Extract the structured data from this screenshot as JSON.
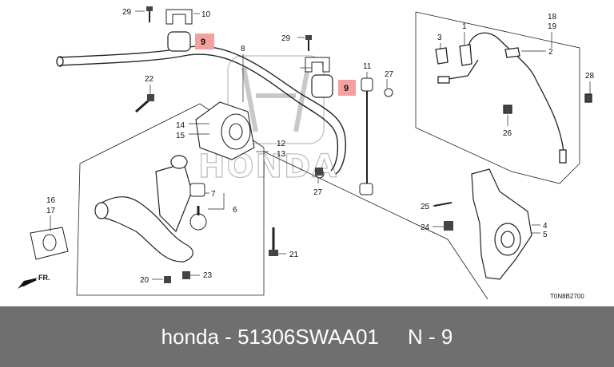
{
  "caption": {
    "brand": "honda",
    "separator": " - ",
    "part_number": "51306SWAA01",
    "gap": "     ",
    "ref_label": "N - 9"
  },
  "diagram": {
    "code": "T0N8B2700",
    "direction_label": "FR.",
    "watermark": "HONDA",
    "highlight_color": "#f4a0a0",
    "callouts": {
      "c29a": "29",
      "c10": "10",
      "c9a": "9",
      "c8": "8",
      "c29b": "29",
      "c9b": "9",
      "c11": "11",
      "c27a": "27",
      "c22": "22",
      "c14": "14",
      "c15": "15",
      "c12": "12",
      "c13": "13",
      "c27b": "27",
      "c7": "7",
      "c6": "6",
      "c16": "16",
      "c17": "17",
      "c21": "21",
      "c20": "20",
      "c23": "23",
      "c18": "18",
      "c19": "19",
      "c3": "3",
      "c1": "1",
      "c2": "2",
      "c28": "28",
      "c26": "26",
      "c25": "25",
      "c24": "24",
      "c4": "4",
      "c5": "5"
    }
  }
}
